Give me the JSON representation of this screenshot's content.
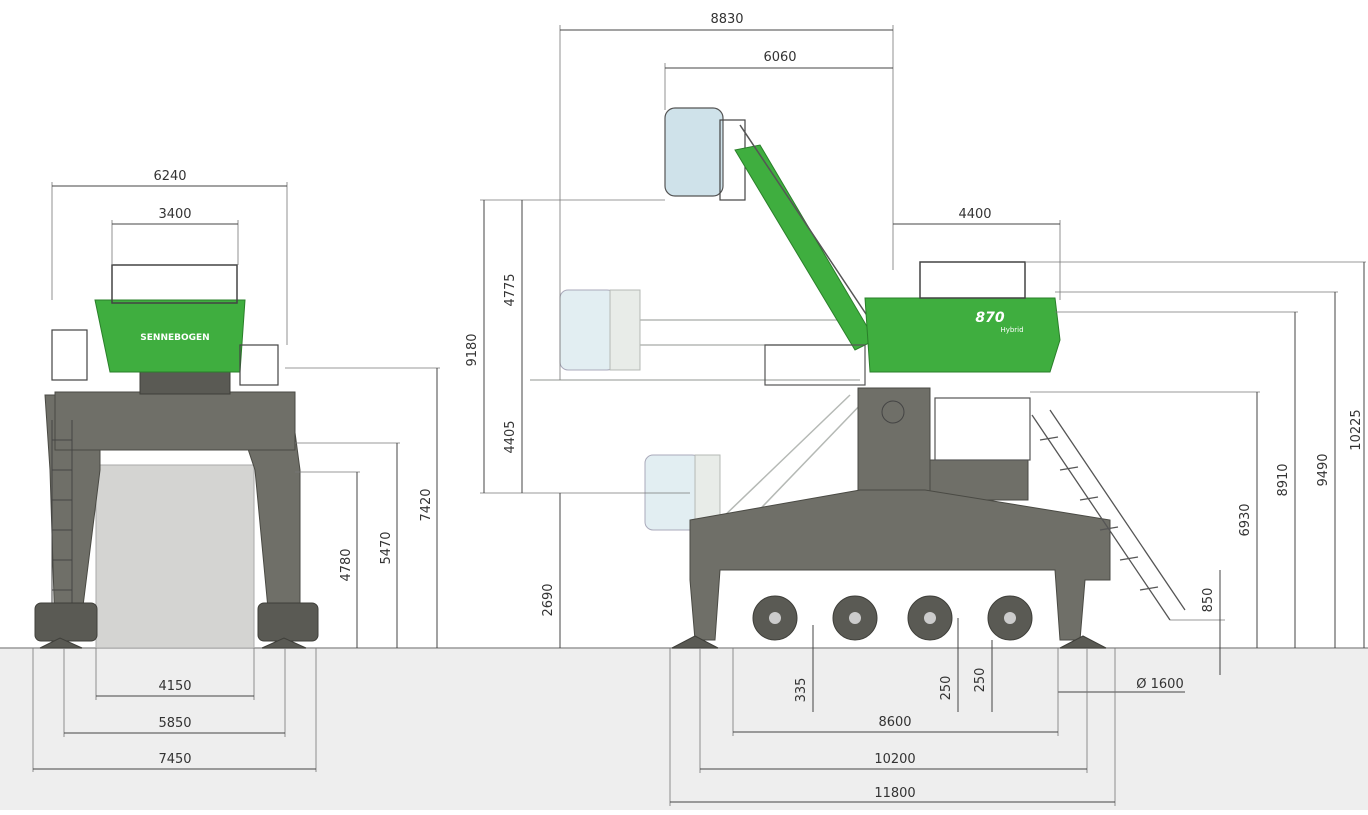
{
  "front_view": {
    "dimensions": {
      "width_6240": "6240",
      "width_3400": "3400",
      "height_7420": "7420",
      "height_5470": "5470",
      "height_4780": "4780",
      "base_4150": "4150",
      "base_5850": "5850",
      "base_7450": "7450"
    },
    "brand_text": "SENNEBOGEN"
  },
  "side_view": {
    "dimensions": {
      "top_8830": "8830",
      "top_6060": "6060",
      "right_4400": "4400",
      "total_9180": "9180",
      "upper_4775": "4775",
      "lower_4405": "4405",
      "clearance_2690": "2690",
      "height_6930": "6930",
      "height_8910": "8910",
      "height_9490": "9490",
      "height_10225": "10225",
      "height_850": "850",
      "wheel_335": "335",
      "wheel_250_a": "250",
      "wheel_250_b": "250",
      "diameter_1600": "Ø 1600",
      "base_8600": "8600",
      "base_10200": "10200",
      "base_11800": "11800"
    },
    "model_text": "870",
    "model_sub": "Hybrid"
  },
  "colors": {
    "machine_green": "#3fae3f",
    "machine_gray": "#6f6f68",
    "ground": "#ececec"
  }
}
